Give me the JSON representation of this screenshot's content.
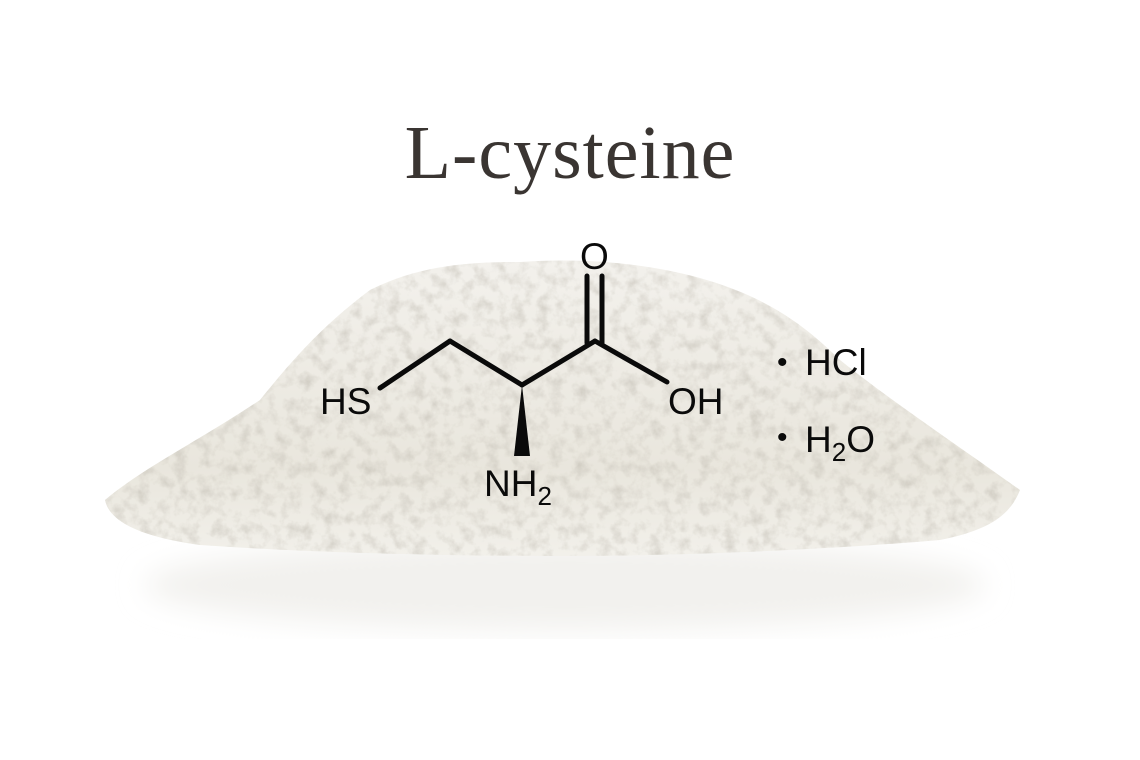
{
  "title": "L-cysteine",
  "molecule": {
    "thiol_label": "HS",
    "carbonyl_oxygen_label": "O",
    "hydroxyl_label": "OH",
    "amine_label": "NH",
    "amine_subscript": "2",
    "salt_bullet": "•",
    "salt_label": "HCl",
    "hydrate_prefix": "H",
    "hydrate_subscript": "2",
    "hydrate_suffix": "O"
  },
  "colors": {
    "background": "#ffffff",
    "powder": "#ece9e1",
    "structure": "#0a0a0a",
    "title": "#3a3532"
  }
}
